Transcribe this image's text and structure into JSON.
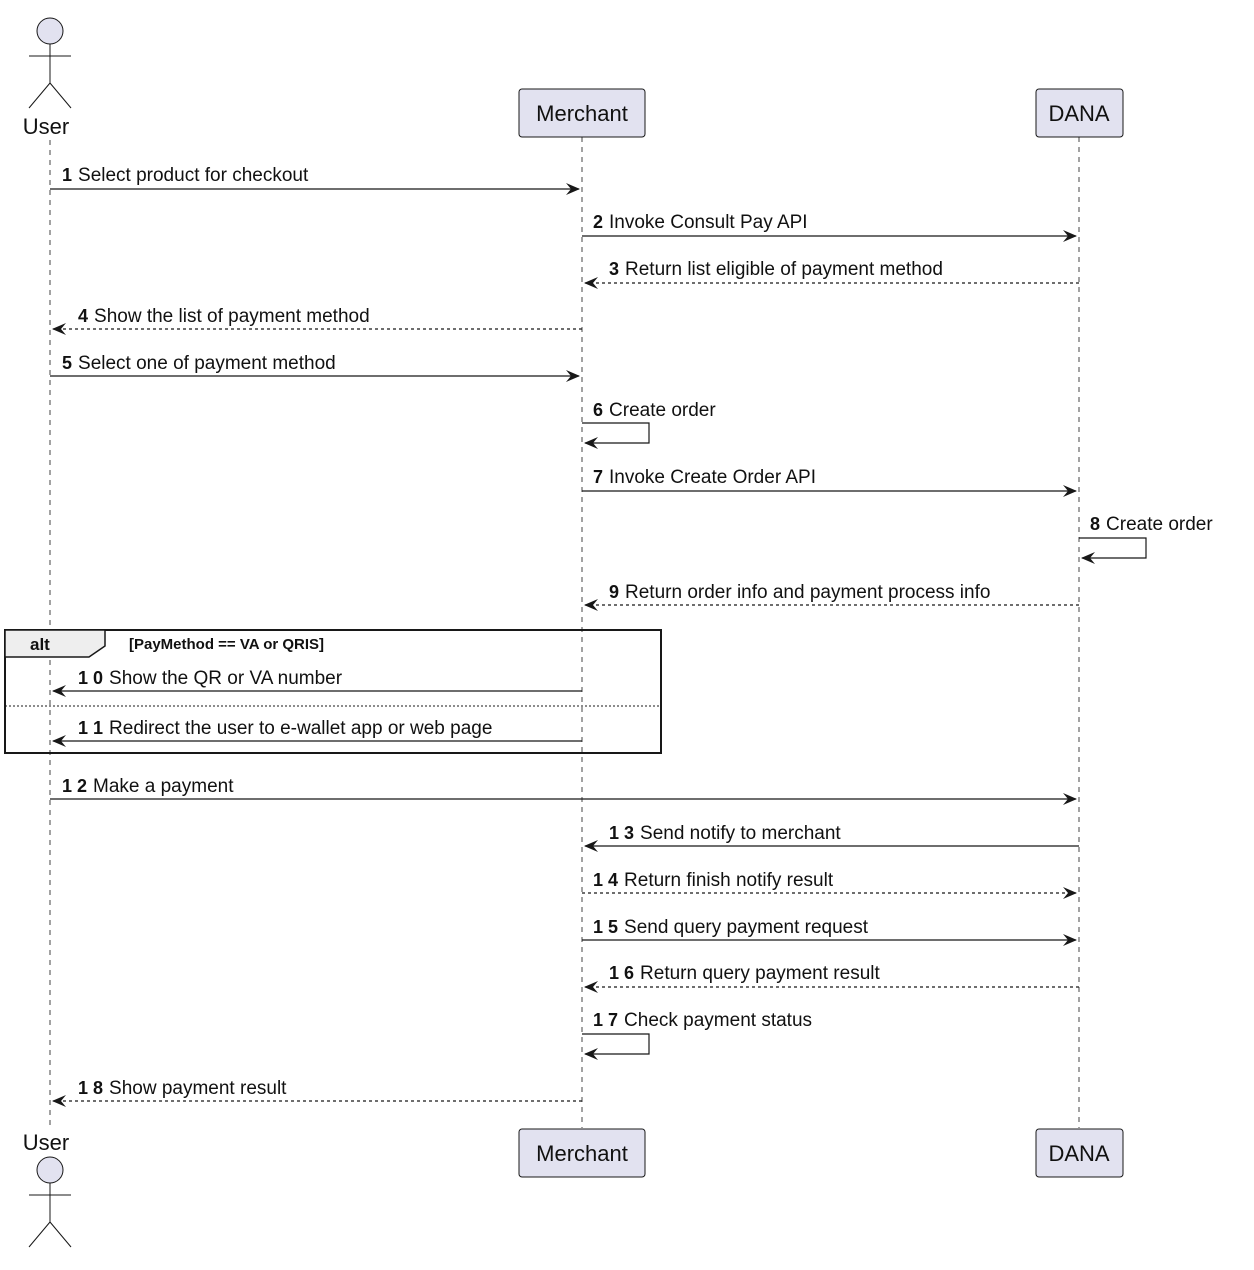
{
  "participants": {
    "user": "User",
    "merchant": "Merchant",
    "dana": "DANA"
  },
  "alt": {
    "keyword": "alt",
    "condition": "[PayMethod == VA or QRIS]"
  },
  "messages": [
    {
      "id": "m1",
      "num": "1",
      "text": "Select product for checkout",
      "from": "user",
      "to": "merchant",
      "style": "solid"
    },
    {
      "id": "m2",
      "num": "2",
      "text": "Invoke Consult Pay API",
      "from": "merchant",
      "to": "dana",
      "style": "solid"
    },
    {
      "id": "m3",
      "num": "3",
      "text": "Return list eligible of payment method",
      "from": "dana",
      "to": "merchant",
      "style": "dashed"
    },
    {
      "id": "m4",
      "num": "4",
      "text": "Show the list of payment method",
      "from": "merchant",
      "to": "user",
      "style": "dashed"
    },
    {
      "id": "m5",
      "num": "5",
      "text": "Select one of payment method",
      "from": "user",
      "to": "merchant",
      "style": "solid"
    },
    {
      "id": "m6",
      "num": "6",
      "text": "Create order",
      "from": "merchant",
      "to": "merchant",
      "style": "solid"
    },
    {
      "id": "m7",
      "num": "7",
      "text": "Invoke Create Order API",
      "from": "merchant",
      "to": "dana",
      "style": "solid"
    },
    {
      "id": "m8",
      "num": "8",
      "text": "Create order",
      "from": "dana",
      "to": "dana",
      "style": "solid"
    },
    {
      "id": "m9",
      "num": "9",
      "text": "Return order info and payment process info",
      "from": "dana",
      "to": "merchant",
      "style": "dashed"
    },
    {
      "id": "m10",
      "num": "1 0",
      "text": "Show the QR or VA number",
      "from": "merchant",
      "to": "user",
      "style": "solid"
    },
    {
      "id": "m11",
      "num": "1 1",
      "text": "Redirect the user to e-wallet app or web page",
      "from": "merchant",
      "to": "user",
      "style": "solid"
    },
    {
      "id": "m12",
      "num": "1 2",
      "text": "Make a payment",
      "from": "user",
      "to": "dana",
      "style": "solid"
    },
    {
      "id": "m13",
      "num": "1 3",
      "text": "Send notify to merchant",
      "from": "dana",
      "to": "merchant",
      "style": "solid"
    },
    {
      "id": "m14",
      "num": "1 4",
      "text": "Return finish notify result",
      "from": "merchant",
      "to": "dana",
      "style": "dashed"
    },
    {
      "id": "m15",
      "num": "1 5",
      "text": "Send query payment request",
      "from": "merchant",
      "to": "dana",
      "style": "solid"
    },
    {
      "id": "m16",
      "num": "1 6",
      "text": "Return query payment result",
      "from": "dana",
      "to": "merchant",
      "style": "dashed"
    },
    {
      "id": "m17",
      "num": "1 7",
      "text": "Check payment status",
      "from": "merchant",
      "to": "merchant",
      "style": "solid"
    },
    {
      "id": "m18",
      "num": "1 8",
      "text": "Show payment result",
      "from": "merchant",
      "to": "user",
      "style": "dashed"
    }
  ],
  "colors": {
    "participant_fill": "#e2e2f0",
    "participant_border": "#181818",
    "line": "#181818"
  }
}
